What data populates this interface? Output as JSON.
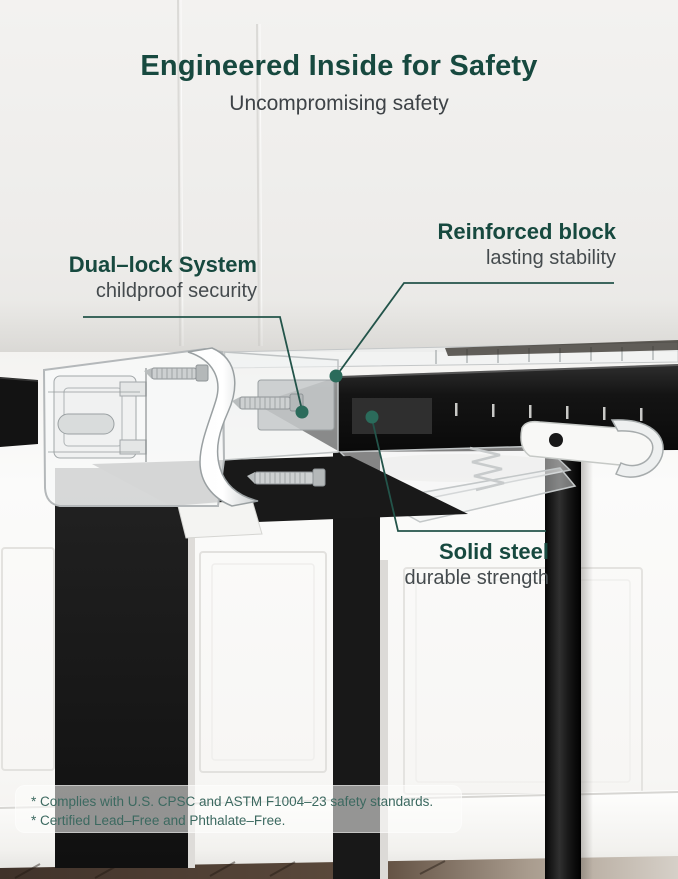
{
  "header": {
    "title": "Engineered Inside for Safety",
    "subtitle": "Uncompromising safety"
  },
  "callouts": {
    "dual_lock": {
      "title": "Dual–lock System",
      "subtitle": "childproof security"
    },
    "reinforced": {
      "title": "Reinforced block",
      "subtitle": "lasting stability"
    },
    "solid_steel": {
      "title": "Solid steel",
      "subtitle": "durable strength"
    }
  },
  "footnotes": {
    "line1": "*  Complies with U.S. CPSC and ASTM F1004–23 safety standards.",
    "line2": "*  Certified Lead–Free and Phthalate–Free."
  },
  "colors": {
    "accent_teal": "#17493F",
    "body_gray": "#3E4347",
    "subtitle_gray": "#454B4E",
    "note_teal": "#3C6960",
    "leader_line": "#23544A",
    "dot_teal": "#2B6B5B"
  }
}
